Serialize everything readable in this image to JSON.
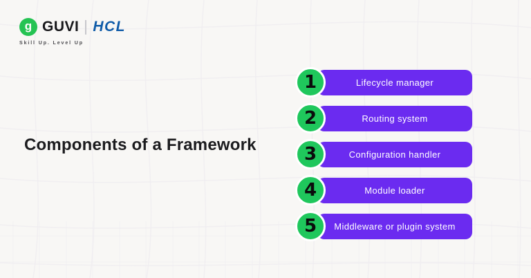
{
  "brand": {
    "logo_glyph": "g",
    "guvi_wordmark": "GUVI",
    "hcl_wordmark": "HCL",
    "tagline": "Skill Up. Level Up"
  },
  "title": "Components of a Framework",
  "list": {
    "items": [
      {
        "number": "1",
        "label": "Lifecycle manager"
      },
      {
        "number": "2",
        "label": "Routing system"
      },
      {
        "number": "3",
        "label": "Configuration handler"
      },
      {
        "number": "4",
        "label": "Module loader"
      },
      {
        "number": "5",
        "label": "Middleware or plugin system"
      }
    ]
  },
  "colors": {
    "background": "#F8F7F5",
    "mesh_line": "#EFEDF1",
    "bar_purple": "#6B2BF0",
    "badge_green": "#1FC75C",
    "badge_ring": "#FFFFFF",
    "bar_text": "#FFFFFF",
    "title_text": "#1B1B1E",
    "guvi_green": "#25C353",
    "hcl_blue": "#0F5BA8",
    "tagline_gray": "#4A4A4E",
    "number_text": "#0B0B0C"
  }
}
